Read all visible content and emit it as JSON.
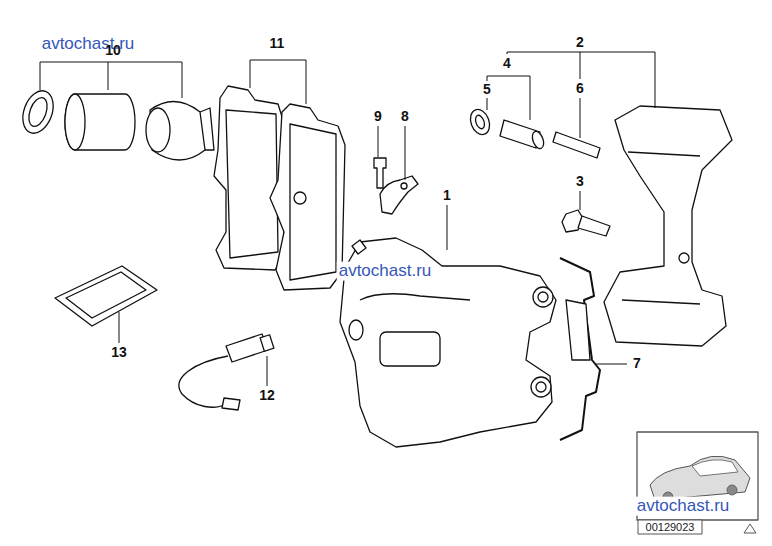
{
  "diagram": {
    "labels": [
      "avtochast.ru",
      "10",
      "11",
      "2",
      "4",
      "5",
      "6",
      "9",
      "8",
      "1",
      "avtochast.ru",
      "3",
      "7",
      "13",
      "12",
      "avtochast.ru",
      "00129023"
    ]
  }
}
